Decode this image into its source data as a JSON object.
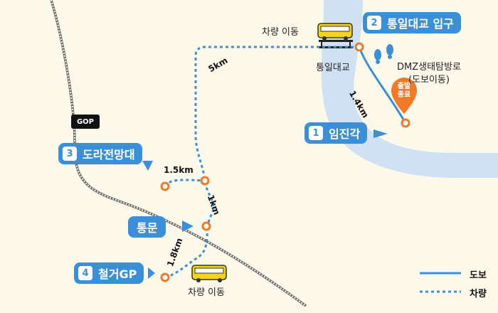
{
  "points": [
    {
      "num": "1",
      "name": "임진각"
    },
    {
      "num": "2",
      "name": "통일대교 입구"
    },
    {
      "num": "3",
      "name": "도라전망대"
    },
    {
      "num": "4",
      "name": "철거GP"
    },
    {
      "name": "통문"
    }
  ],
  "labels": {
    "vehicle_top": "차량 이동",
    "vehicle_bottom": "차량 이동",
    "bridge": "통일대교",
    "dmz_road_line1": "DMZ생태탐방로",
    "dmz_road_line2": "(도보이동)",
    "start_marker_line1": "출발",
    "start_marker_line2": "종료",
    "gop": "GOP"
  },
  "distances": [
    "5km",
    "1.4km",
    "1.5km",
    "1km",
    "1.8km"
  ],
  "legend": {
    "walk": "도보",
    "vehicle": "차량"
  },
  "colors": {
    "route": "#3a8fd8",
    "river": "#cfe1f3",
    "marker": "#f07a28",
    "background": "#fdf9ea",
    "bus": "#f5d316"
  }
}
